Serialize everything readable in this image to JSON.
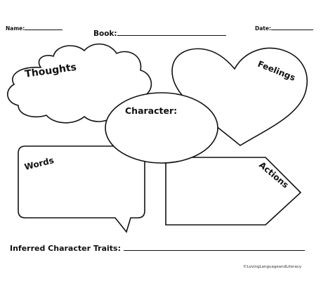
{
  "header": {
    "name_label": "Name:",
    "book_label": "Book:",
    "date_label": "Date:"
  },
  "organizer": {
    "thoughts": "Thoughts",
    "feelings": "Feelings",
    "character": "Character:",
    "words": "Words",
    "actions": "Actions"
  },
  "footer": {
    "traits_label": "Inferred Character Traits:",
    "copyright": "©LovingLanguageandLiteracy"
  }
}
